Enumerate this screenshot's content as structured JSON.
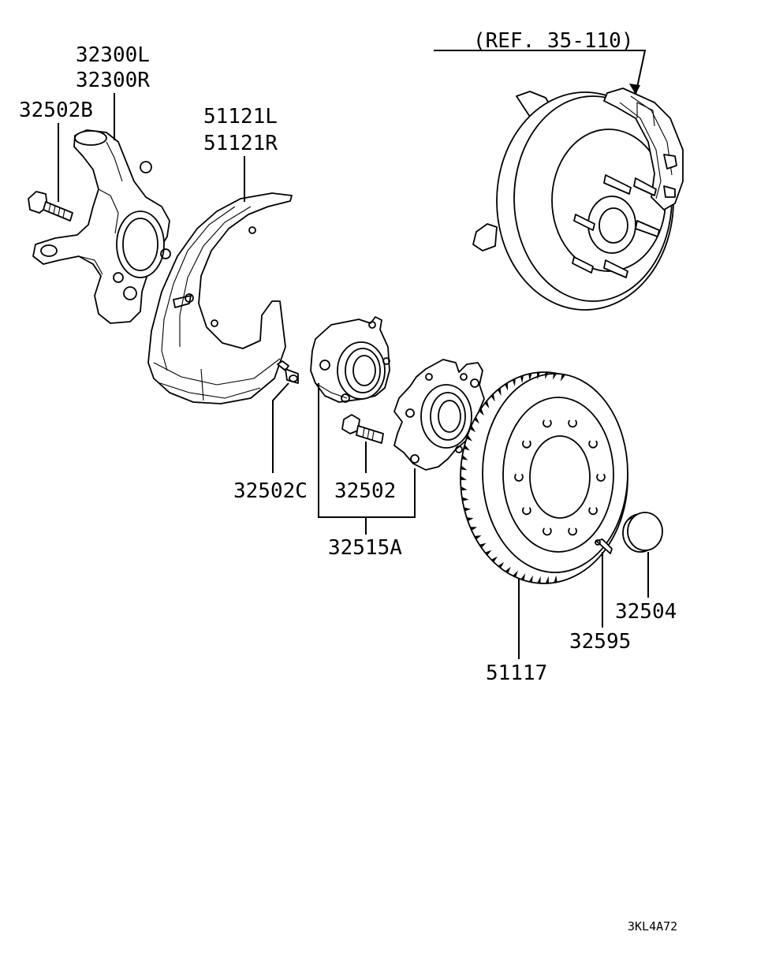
{
  "diagram": {
    "ref_label": "(REF. 35-110)",
    "drawing_code": "3KL4A72",
    "labels": {
      "knuckle_left": "32300L",
      "knuckle_right": "32300R",
      "knuckle_bolt": "32502B",
      "dust_cover_left": "51121L",
      "dust_cover_right": "51121R",
      "cover_bolt": "32502C",
      "hub_bolt": "32502",
      "hub_assy": "32515A",
      "rotor": "51117",
      "rotor_screw": "32595",
      "hub_cap": "32504"
    }
  }
}
